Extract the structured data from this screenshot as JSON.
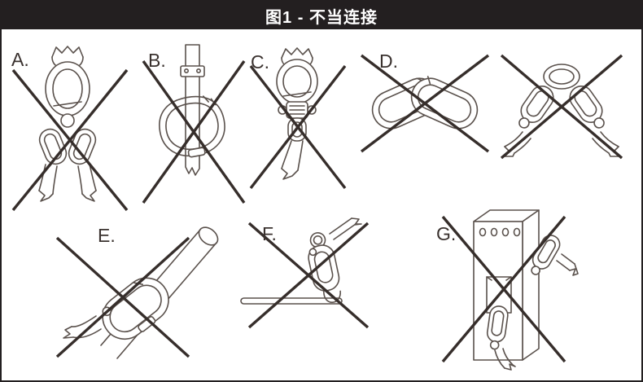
{
  "header": {
    "title": "图1 - 不当连接"
  },
  "colors": {
    "header_bg": "#231f20",
    "header_text": "#ffffff",
    "line_art": "#5a514c",
    "cross": "#362e2b",
    "background": "#ffffff"
  },
  "figures": {
    "a": {
      "label": "A.",
      "icon": "twin-snap-hooks-into-one-harness-link-crossed"
    },
    "b": {
      "label": "B.",
      "icon": "carabiner-around-flat-bar-crossed"
    },
    "c": {
      "label": "C.",
      "icon": "swivel-snap-hook-on-webbing-crossed"
    },
    "d": {
      "label": "D.",
      "icons": [
        "carabiner-to-carabiner-crossed",
        "two-snap-hooks-into-one-ring-crossed"
      ]
    },
    "e": {
      "label": "E.",
      "icon": "carabiner-around-large-pipe-crossed"
    },
    "f": {
      "label": "F.",
      "icon": "snap-hook-on-thin-rod-crossed"
    },
    "g": {
      "label": "G.",
      "icon": "snap-hooks-in-anchor-plate-slot-crossed"
    }
  }
}
